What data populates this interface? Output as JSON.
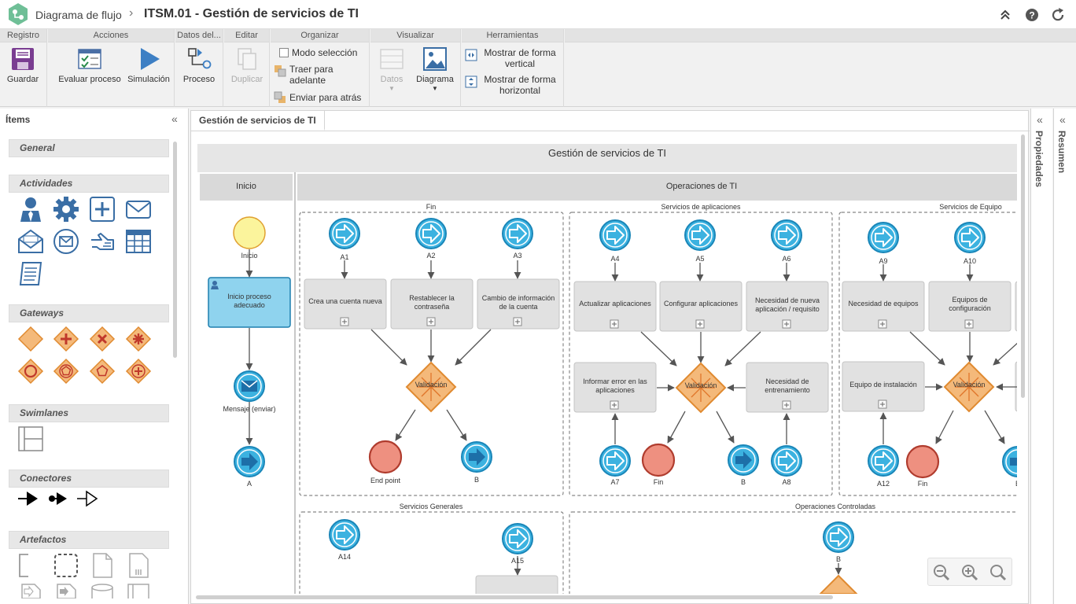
{
  "header": {
    "app_name": "Diagrama de flujo",
    "separator": "›",
    "doc_title": "ITSM.01 - Gestión de servicios de TI"
  },
  "ribbon": {
    "groups": {
      "registro": "Registro",
      "acciones": "Acciones",
      "datos": "Datos del...",
      "editar": "Editar",
      "organizar": "Organizar",
      "visualizar": "Visualizar",
      "herramientas": "Herramientas"
    },
    "buttons": {
      "guardar": "Guardar",
      "evaluar": "Evaluar proceso",
      "simulacion": "Simulación",
      "proceso": "Proceso",
      "duplicar": "Duplicar",
      "datos": "Datos",
      "diagrama": "Diagrama",
      "modo_seleccion": "Modo selección",
      "traer_1": "Traer para",
      "traer_2": "adelante",
      "enviar": "Enviar para atrás",
      "vertical_1": "Mostrar de forma",
      "vertical_2": "vertical",
      "horizontal_1": "Mostrar de forma",
      "horizontal_2": "horizontal"
    }
  },
  "left_panel": {
    "title": "Ítems",
    "collapse": "«",
    "sections": {
      "general": "General",
      "actividades": "Actividades",
      "gateways": "Gateways",
      "swimlanes": "Swimlanes",
      "conectores": "Conectores",
      "artefactos": "Artefactos"
    }
  },
  "tab": {
    "label": "Gestión de servicios de TI"
  },
  "diagram": {
    "pool_title": "Gestión de servicios de TI",
    "lane_inicio": "Inicio",
    "lane_operaciones": "Operaciones de TI",
    "groups": {
      "fin": "Fin",
      "aplicaciones": "Servicios de aplicaciones",
      "equipo": "Servicios de Equipo",
      "generales": "Servicios Generales",
      "controladas": "Operaciones Controladas"
    },
    "inicio_lane": {
      "start": "Inicio",
      "task": "Inicio proceso adecuado",
      "task_l1": "Inicio proceso",
      "task_l2": "adecuado",
      "message": "Mensaje (enviar)",
      "link": "A"
    },
    "fin_group": {
      "e1": "A1",
      "e2": "A2",
      "e3": "A3",
      "t1": "Crea una cuenta nueva",
      "t2_l1": "Restablecer la",
      "t2_l2": "contraseña",
      "t3_l1": "Cambio de información",
      "t3_l2": "de la cuenta",
      "gateway": "Validación",
      "end": "End point",
      "link": "B"
    },
    "apps_group": {
      "e1": "A4",
      "e2": "A5",
      "e3": "A6",
      "t1": "Actualizar aplicaciones",
      "t2": "Configurar aplicaciones",
      "t3_l1": "Necesidad de nueva",
      "t3_l2": "aplicación / requisito",
      "t4_l1": "Informar error en las",
      "t4_l2": "aplicaciones",
      "t5_l1": "Necesidad de",
      "t5_l2": "entrenamiento",
      "gateway": "Validación",
      "e4": "A7",
      "end": "Fin",
      "link": "B",
      "e5": "A8"
    },
    "equipo_group": {
      "e1": "A9",
      "e2": "A10",
      "t1": "Necesidad de equipos",
      "t2_l1": "Equipos de",
      "t2_l2": "configuración",
      "t3": "Equipo de instalación",
      "gateway": "Validación",
      "e3": "A12",
      "end": "Fin",
      "link": "B"
    },
    "generales_group": {
      "e1": "A14",
      "e2": "A15"
    },
    "controladas_group": {
      "e1": "B"
    }
  },
  "right_panels": {
    "propiedades": "Propiedades",
    "resumen": "Resumen",
    "chevron": "«"
  },
  "colors": {
    "accent_purple": "#7a3d91",
    "event_blue": "#3cb2e0",
    "task_gray": "#e1e1e1",
    "gateway_orange": "#f4b97a",
    "end_red": "#ee9080",
    "start_yellow": "#fbf49c",
    "selected_task": "#8fd3ee"
  }
}
